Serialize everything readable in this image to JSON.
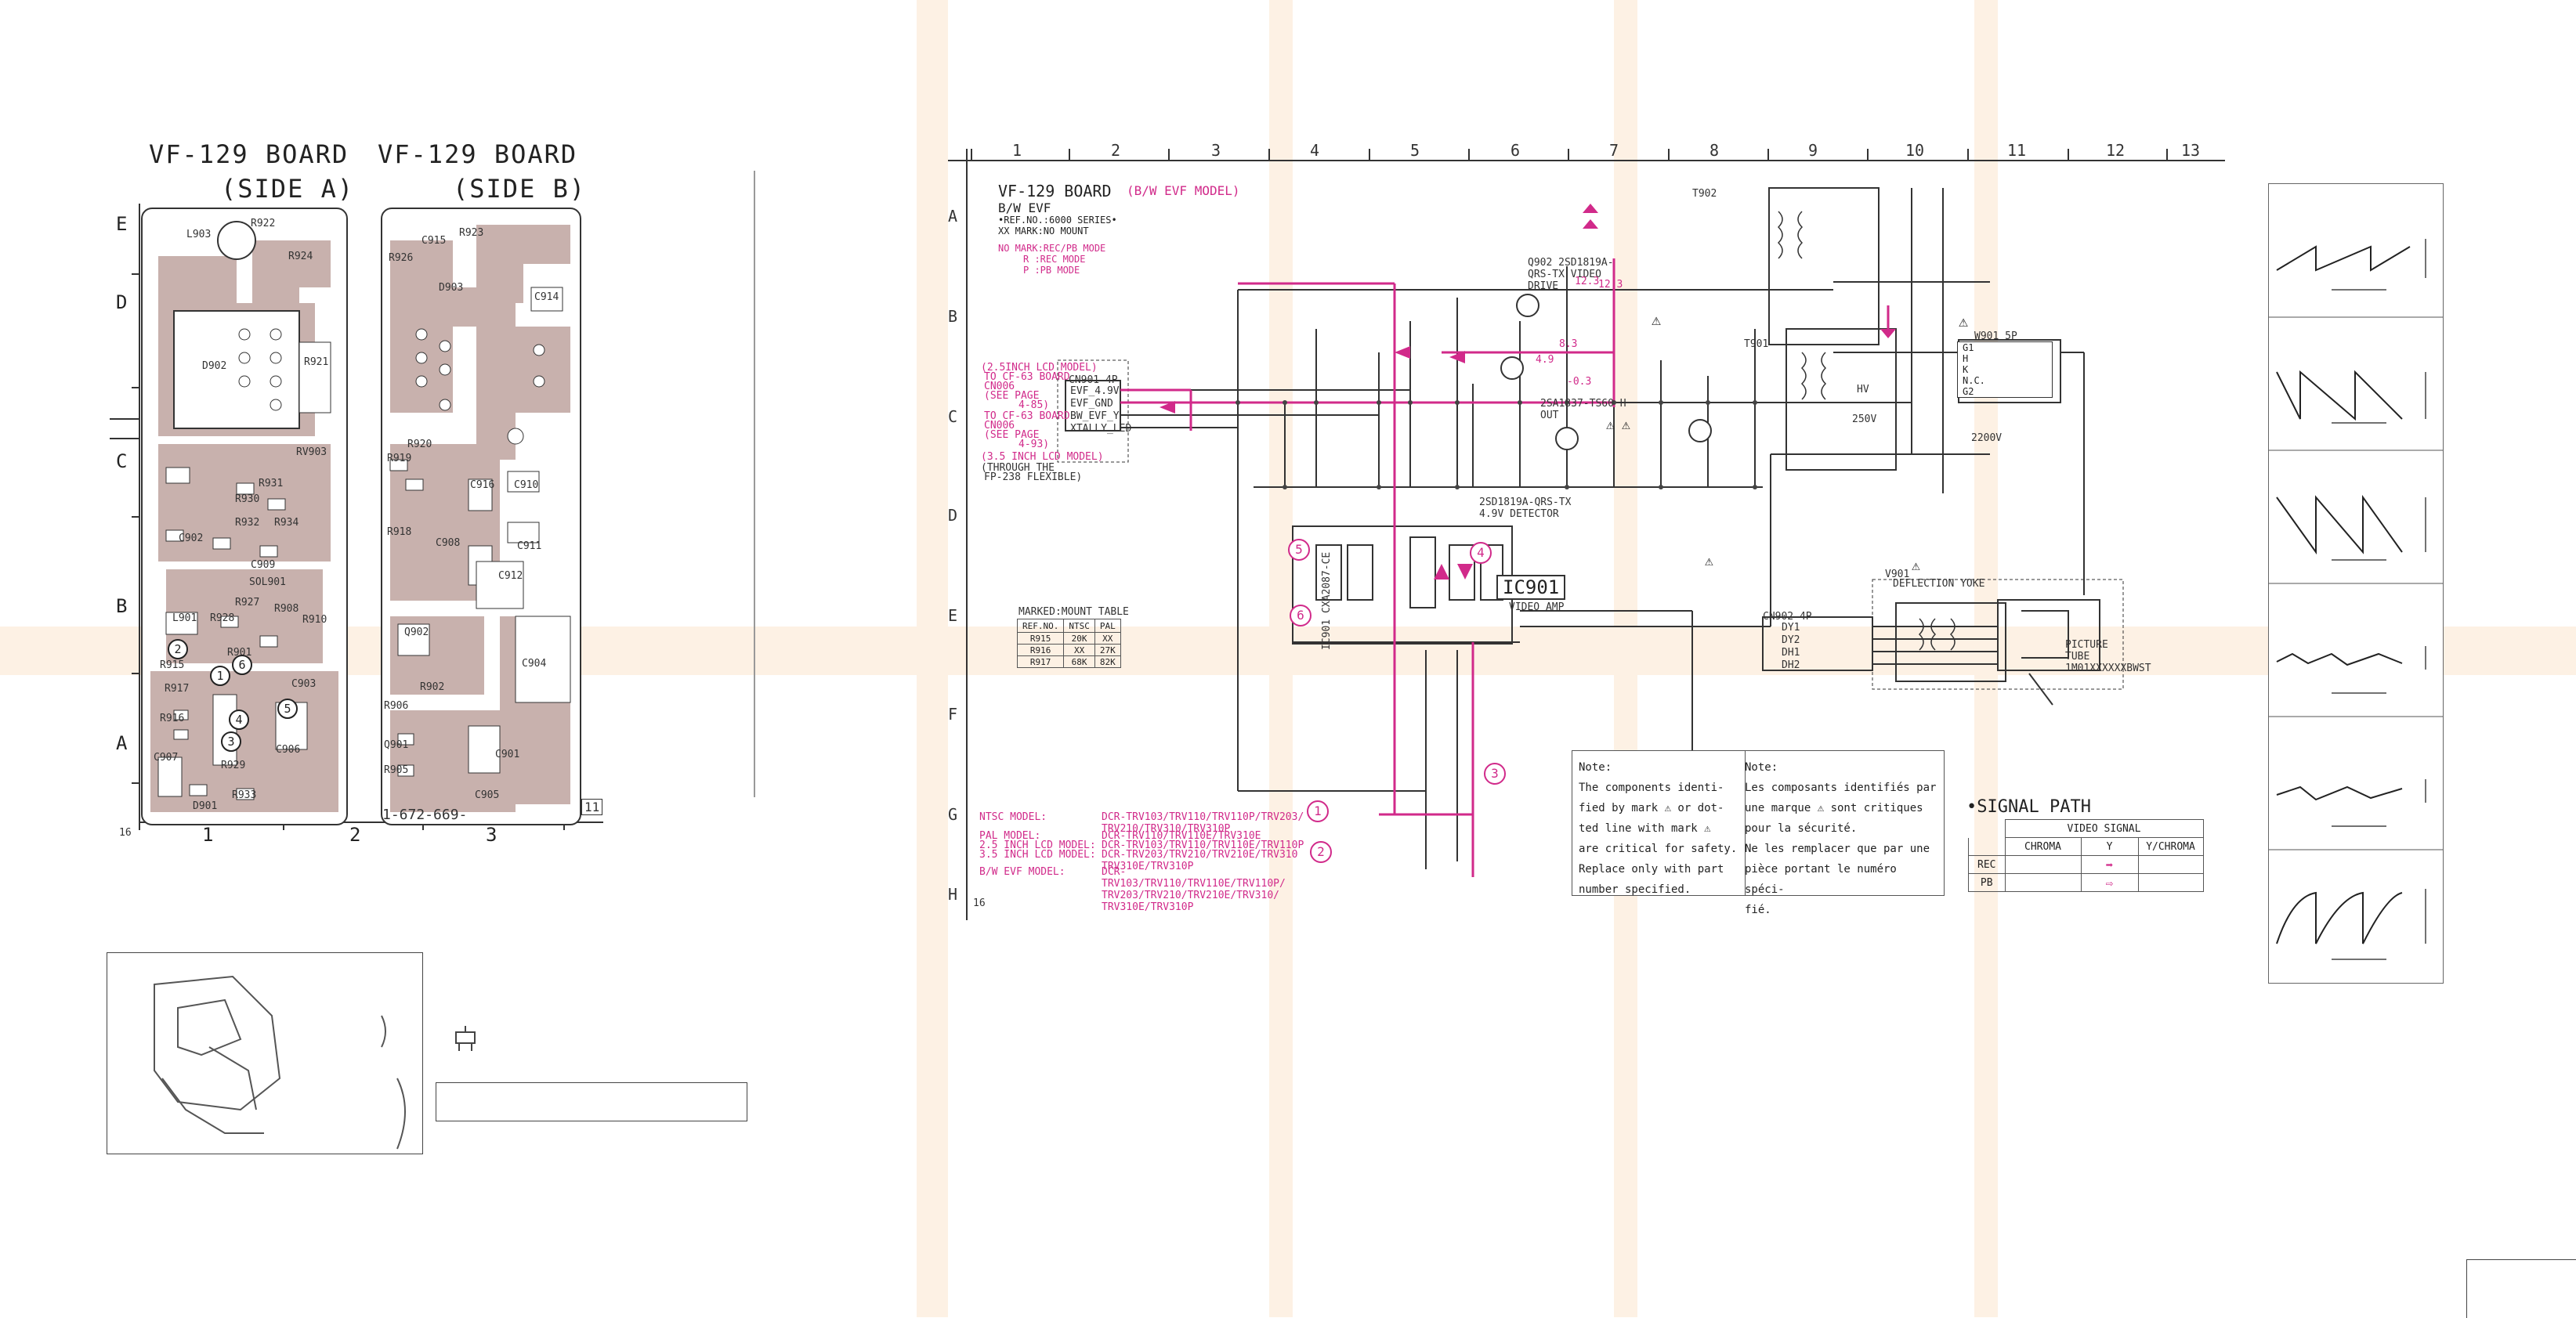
{
  "left": {
    "board_a_title": "VF-129 BOARD",
    "board_a_side": "(SIDE A)",
    "board_b_title": "VF-129 BOARD",
    "board_b_side": "(SIDE B)",
    "row_letters": [
      "E",
      "D",
      "C",
      "B",
      "A"
    ],
    "col_numbers": [
      "1",
      "2",
      "3"
    ],
    "page_number": "16",
    "board_number": "1-672-669-",
    "board_suffix": "11",
    "side_a_labels": [
      "R922",
      "L903",
      "R924",
      "D902",
      "R921",
      "RV903",
      "R930",
      "R931",
      "R932",
      "R934",
      "C902",
      "C909",
      "SOL901",
      "R927",
      "R928",
      "L901",
      "R908",
      "R915",
      "R917",
      "R916",
      "R901",
      "C903",
      "C906",
      "R929",
      "R933",
      "C907",
      "D901",
      "R910"
    ],
    "side_b_labels": [
      "R926",
      "C915",
      "R923",
      "D903",
      "C914",
      "R920",
      "R919",
      "C916",
      "R918",
      "C910",
      "C911",
      "C908",
      "C912",
      "Q902",
      "C904",
      "R902",
      "R906",
      "Q901",
      "R905",
      "C901",
      "C905"
    ],
    "callouts_a": [
      "2",
      "6",
      "1",
      "4",
      "5",
      "3"
    ]
  },
  "schematic": {
    "col_numbers": [
      "1",
      "2",
      "3",
      "4",
      "5",
      "6",
      "7",
      "8",
      "9",
      "10",
      "11",
      "12",
      "13"
    ],
    "row_letters": [
      "A",
      "B",
      "C",
      "D",
      "E",
      "F",
      "G",
      "H"
    ],
    "title": "VF-129 BOARD",
    "title_suffix": "(B/W EVF MODEL)",
    "subtitle": "B/W EVF",
    "ref_note": "•REF.NO.:6000 SERIES•",
    "xx_note": "XX MARK:NO MOUNT",
    "mode_notes": [
      "NO MARK:REC/PB MODE",
      "R   :REC MODE",
      "P   :PB MODE"
    ],
    "page_number": "16",
    "cn901": "CN901 4P",
    "cn901_pins": [
      "EVF_4.9V",
      "EVF_GND",
      "BW_EVF_Y",
      "XTALLY_LED"
    ],
    "cn901_note_a": [
      "(2.5INCH LCD MODEL)",
      "TO CF-63 BOARD",
      "CN006",
      "(SEE PAGE",
      "4-85)",
      "TO CF-63 BOARD",
      "CN006",
      "(SEE PAGE",
      "4-93)"
    ],
    "cn901_note_b": [
      "(3.5 INCH LCD MODEL)",
      "(THROUGH THE",
      "FP-238 FLEXIBLE)"
    ],
    "ic_label": "IC901",
    "ic_sub": "VIDEO AMP",
    "ic_part": "IC901 CXA2087-CE",
    "t901": "T901",
    "t902": "T902",
    "q902_label": "Q902 2SD1819A-QRS-TX VIDEO DRIVE",
    "q903_label": "2SD1819A-QRS-TX 4.9V DETECTOR",
    "q901_label": "2SA1837-TS60 H OUT",
    "cn902": "CN902 4P",
    "cn902_pins": [
      "DY1",
      "DY2",
      "DH1",
      "DH2"
    ],
    "deflection": "DEFLECTION YOKE",
    "picture_tube": "PICTURE TUBE 1M01XXXXXXBWST",
    "v901": "V901",
    "w901": "W901 5P",
    "w901_pins": [
      "G1",
      "H",
      "K",
      "N.C.",
      "G2"
    ],
    "marked_table_title": "MARKED:MOUNT TABLE",
    "marked_table_header": [
      "REF.NO.",
      "NTSC",
      "PAL"
    ],
    "marked_table_rows": [
      [
        "R915",
        "20K",
        "XX"
      ],
      [
        "R916",
        "XX",
        "27K"
      ],
      [
        "R917",
        "68K",
        "82K"
      ]
    ],
    "callouts": [
      "1",
      "2",
      "3",
      "4",
      "5",
      "6"
    ],
    "models": [
      {
        "label": "NTSC MODEL:",
        "value": "DCR-TRV103/TRV110/TRV110P/TRV203/ TRV210/TRV310/TRV310P"
      },
      {
        "label": "PAL MODEL:",
        "value": "DCR-TRV110/TRV110E/TRV310E"
      },
      {
        "label": "2.5 INCH LCD MODEL:",
        "value": "DCR-TRV103/TRV110/TRV110E/TRV110P"
      },
      {
        "label": "3.5 INCH LCD MODEL:",
        "value": "DCR-TRV203/TRV210/TRV210E/TRV310 TRV310E/TRV310P"
      },
      {
        "label": "B/W EVF MODEL:",
        "value": "DCR-TRV103/TRV110/TRV110E/TRV110P/ TRV203/TRV210/TRV210E/TRV310/ TRV310E/TRV310P"
      }
    ],
    "voltages": [
      "12.3",
      "4.9",
      "-0.3",
      "12.3",
      "8.3",
      "250V",
      "HV",
      "2200V"
    ],
    "note_en_title": "Note:",
    "note_en": [
      "The components identi-",
      "fied by mark ⚠ or dot-",
      "ted line with mark ⚠",
      "are critical for safety.",
      "Replace only with part",
      "number specified."
    ],
    "note_fr_title": "Note:",
    "note_fr": [
      "Les composants identifiés par",
      "une marque ⚠ sont critiques",
      "pour la sécurité.",
      "Ne les remplacer que par une",
      "pièce portant le numéro spéci-",
      "fié."
    ]
  },
  "signal_path": {
    "title": "•SIGNAL PATH",
    "header": "VIDEO SIGNAL",
    "cols": [
      "CHROMA",
      "Y",
      "Y/CHROMA"
    ],
    "rows": [
      "REC",
      "PB"
    ]
  },
  "colors": {
    "pcb_trace": "#c8b1ad",
    "magenta": "#d12a8a",
    "band": "#fdf1e4",
    "line": "#333333"
  }
}
